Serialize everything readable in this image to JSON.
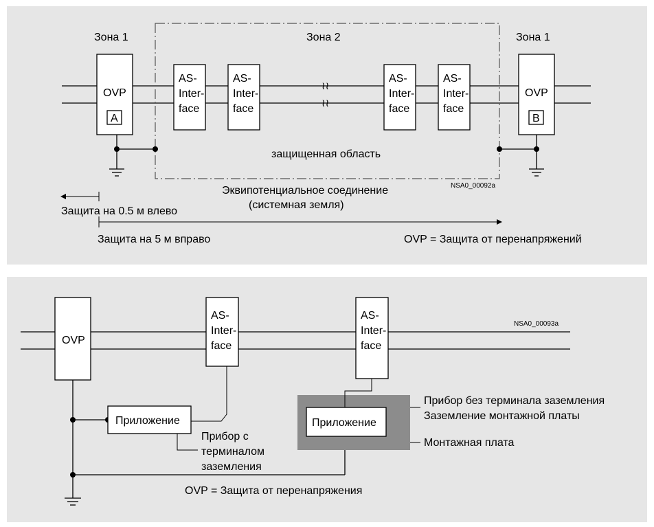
{
  "diagram1": {
    "zone1_left_label": "Зона 1",
    "zone2_label": "Зона 2",
    "zone1_right_label": "Зона 1",
    "ovp_left_label": "OVP",
    "ovp_left_marker": "A",
    "ovp_right_label": "OVP",
    "ovp_right_marker": "B",
    "as_interface_lines": [
      "AS-",
      "Inter-",
      "face"
    ],
    "protected_area_label": "защищенная область",
    "equipotential_line1": "Эквипотенциальное соединение",
    "equipotential_line2": "(системная земля)",
    "ref_code": "NSA0_00092a",
    "protection_left_label": "Защита на 0.5 м влево",
    "protection_right_label": "Защита на 5 м вправо",
    "ovp_legend": "OVP = Защита от перенапряжений"
  },
  "diagram2": {
    "ovp_label": "OVP",
    "as_interface_lines": [
      "AS-",
      "Inter-",
      "face"
    ],
    "ref_code": "NSA0_00093a",
    "application_label": "Приложение",
    "device_with_terminal": [
      "Прибор с",
      "терминалом",
      "заземления"
    ],
    "device_without_terminal": "Прибор без терминала заземления",
    "mounting_plate_grounding": "Заземление монтажной платы",
    "mounting_plate_label": "Монтажная плата",
    "ovp_legend": "OVP = Защита от перенапряжения"
  },
  "colors": {
    "panel_background": "#e6e6e6",
    "mounting_plate": "#8c8c8c",
    "line": "#000000"
  }
}
